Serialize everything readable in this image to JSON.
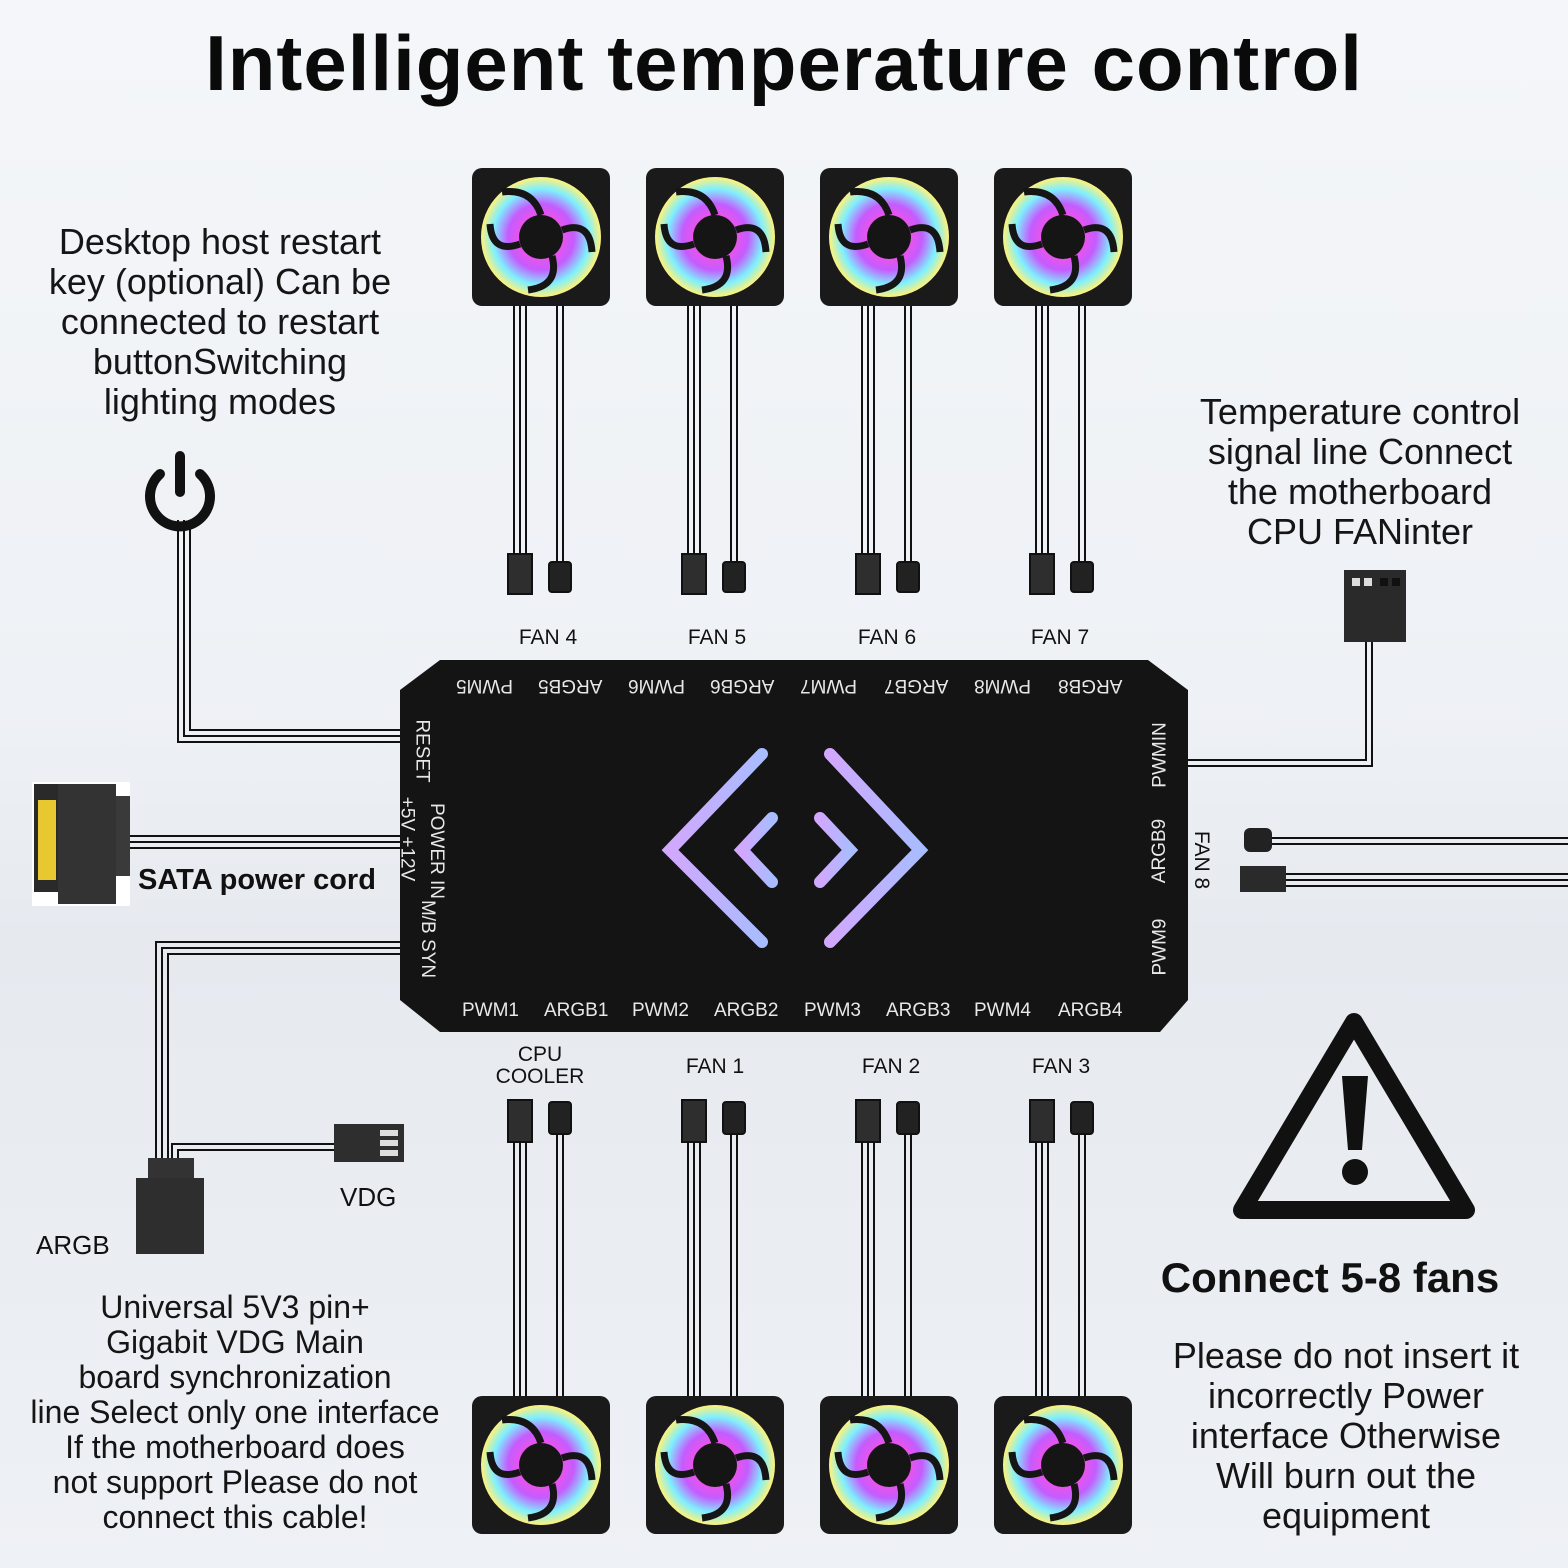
{
  "title": "Intelligent temperature control",
  "restart_note": [
    "Desktop host restart",
    "key (optional) Can be",
    "connected to restart",
    "buttonSwitching",
    "lighting modes"
  ],
  "temp_note": [
    "Temperature control",
    "signal line Connect",
    "the motherboard",
    "CPU FANinter"
  ],
  "sata_label": "SATA power cord",
  "vdg_label": "VDG",
  "argb_label": "ARGB",
  "sync_note": [
    "Universal 5V3 pin+",
    "Gigabit VDG Main",
    "board synchronization",
    "line Select only one interface",
    "If the motherboard does",
    "not support Please do not",
    "connect this cable!"
  ],
  "connect_title": "Connect 5-8 fans",
  "warning_note": [
    "Please do not insert it",
    "incorrectly Power",
    "interface Otherwise",
    "Will burn out the",
    "equipment"
  ],
  "top_fans": [
    "FAN 4",
    "FAN 5",
    "FAN 6",
    "FAN 7"
  ],
  "bottom_fans": [
    "CPU\nCOOLER",
    "FAN 1",
    "FAN 2",
    "FAN 3"
  ],
  "right_fan": "FAN 8",
  "hub": {
    "top_ports": [
      "PWM5",
      "ARGB5",
      "PWM6",
      "ARGB6",
      "PWM7",
      "ARGB7",
      "PWM8",
      "ARGB8"
    ],
    "bottom_ports": [
      "PWM1",
      "ARGB1",
      "PWM2",
      "ARGB2",
      "PWM3",
      "ARGB3",
      "PWM4",
      "ARGB4"
    ],
    "left_reset": "RESET",
    "left_power_1": "POWER IN",
    "left_power_2": "+5V +12V",
    "left_sync": "M/B SYN",
    "right_ports": [
      "PWMIN",
      "ARGB9",
      "PWM9"
    ],
    "accent_start": "#c9a7ff",
    "accent_end": "#a9b8ff"
  }
}
